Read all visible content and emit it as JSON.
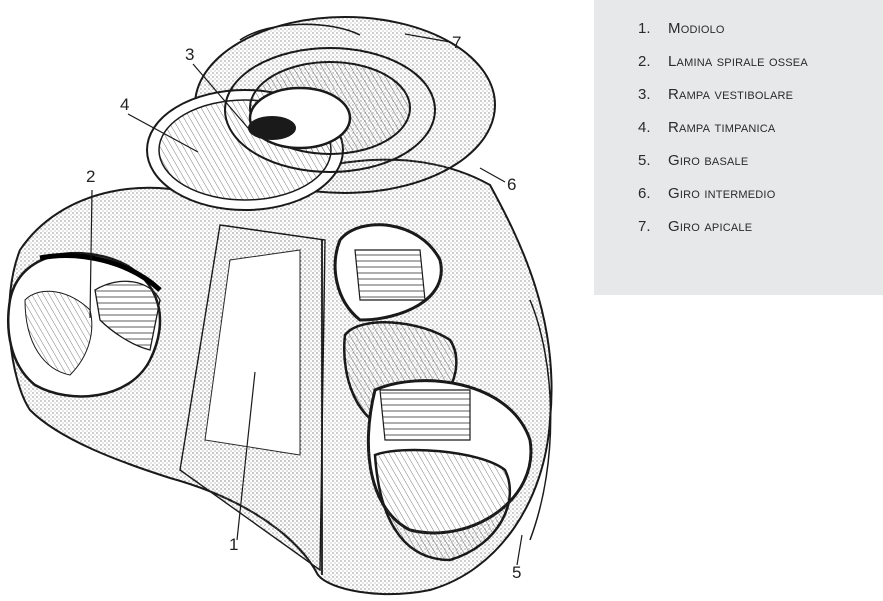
{
  "labels": [
    {
      "num": "1",
      "name": "Modiolo"
    },
    {
      "num": "2",
      "name": "Lamina spirale ossea"
    },
    {
      "num": "3",
      "name": "Rampa vestibolare"
    },
    {
      "num": "4",
      "name": "Rampa timpanica"
    },
    {
      "num": "5",
      "name": "Giro basale"
    },
    {
      "num": "6",
      "name": "Giro intermedio"
    },
    {
      "num": "7",
      "name": "Giro apicale"
    }
  ],
  "legend_items": [
    {
      "num": "1.",
      "name": "Modiolo"
    },
    {
      "num": "2.",
      "name": "Lamina spirale ossea"
    },
    {
      "num": "3.",
      "name": "Rampa vestibolare"
    },
    {
      "num": "4.",
      "name": "Rampa timpanica"
    },
    {
      "num": "5.",
      "name": "Giro basale"
    },
    {
      "num": "6.",
      "name": "Giro intermedio"
    },
    {
      "num": "7.",
      "name": "Giro apicale"
    }
  ],
  "colors": {
    "legend_bg": "#e7e8e9",
    "ink": "#1a1a1a",
    "stipple": "#5a5a5a"
  }
}
